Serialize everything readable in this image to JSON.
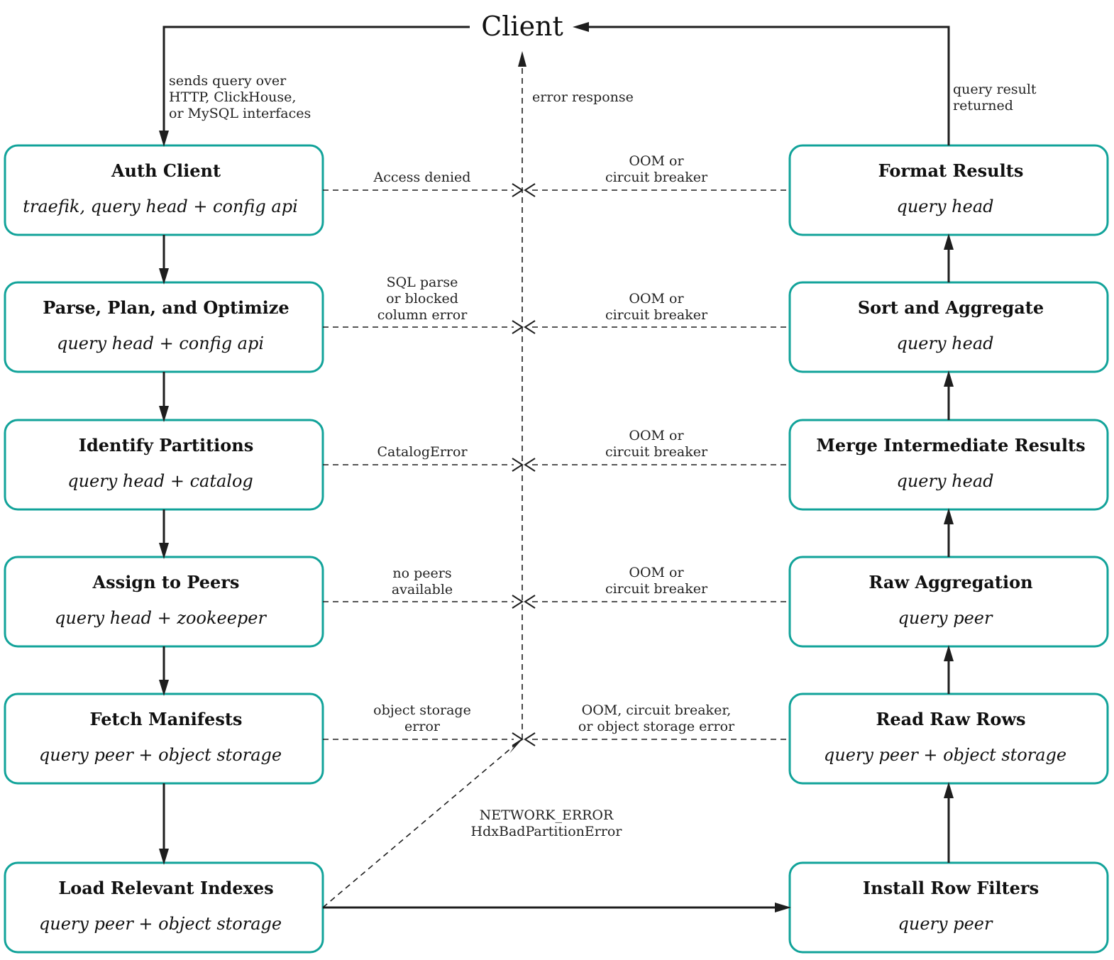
{
  "client": {
    "label": "Client"
  },
  "nodes": {
    "auth": {
      "title": "Auth Client",
      "sub": "traefik, query head + config api"
    },
    "parse": {
      "title": "Parse, Plan, and Optimize",
      "sub": "query head + config api"
    },
    "partitions": {
      "title": "Identify Partitions",
      "sub": "query head + catalog"
    },
    "peers": {
      "title": "Assign to Peers",
      "sub": "query head + zookeeper"
    },
    "manifests": {
      "title": "Fetch Manifests",
      "sub": "query peer + object storage"
    },
    "indexes": {
      "title": "Load Relevant Indexes",
      "sub": "query peer + object storage"
    },
    "filters": {
      "title": "Install Row Filters",
      "sub": "query peer"
    },
    "rawrows": {
      "title": "Read Raw Rows",
      "sub": "query peer + object storage"
    },
    "rawagg": {
      "title": "Raw Aggregation",
      "sub": "query peer"
    },
    "merge": {
      "title": "Merge Intermediate Results",
      "sub": "query head"
    },
    "sort": {
      "title": "Sort and Aggregate",
      "sub": "query head"
    },
    "format": {
      "title": "Format Results",
      "sub": "query head"
    }
  },
  "edge_labels": {
    "sends_query": [
      "sends query over",
      "HTTP, ClickHouse,",
      "or MySQL interfaces"
    ],
    "error_response": [
      "error response"
    ],
    "query_result": [
      "query result",
      "returned"
    ],
    "access_denied": [
      "Access denied"
    ],
    "sql_parse": [
      "SQL parse",
      "or blocked",
      "column error"
    ],
    "catalog_error": [
      "CatalogError"
    ],
    "no_peers": [
      "no peers",
      "available"
    ],
    "object_storage": [
      "object storage",
      "error"
    ],
    "network_error": [
      "NETWORK_ERROR",
      "HdxBadPartitionError"
    ],
    "oom_1": [
      "OOM or",
      "circuit breaker"
    ],
    "oom_2": [
      "OOM or",
      "circuit breaker"
    ],
    "oom_3": [
      "OOM or",
      "circuit breaker"
    ],
    "oom_4": [
      "OOM or",
      "circuit breaker"
    ],
    "oom_5": [
      "OOM, circuit breaker,",
      "or object storage error"
    ]
  },
  "colors": {
    "node_border": "#12a39a",
    "edge": "#1e1e1e"
  }
}
